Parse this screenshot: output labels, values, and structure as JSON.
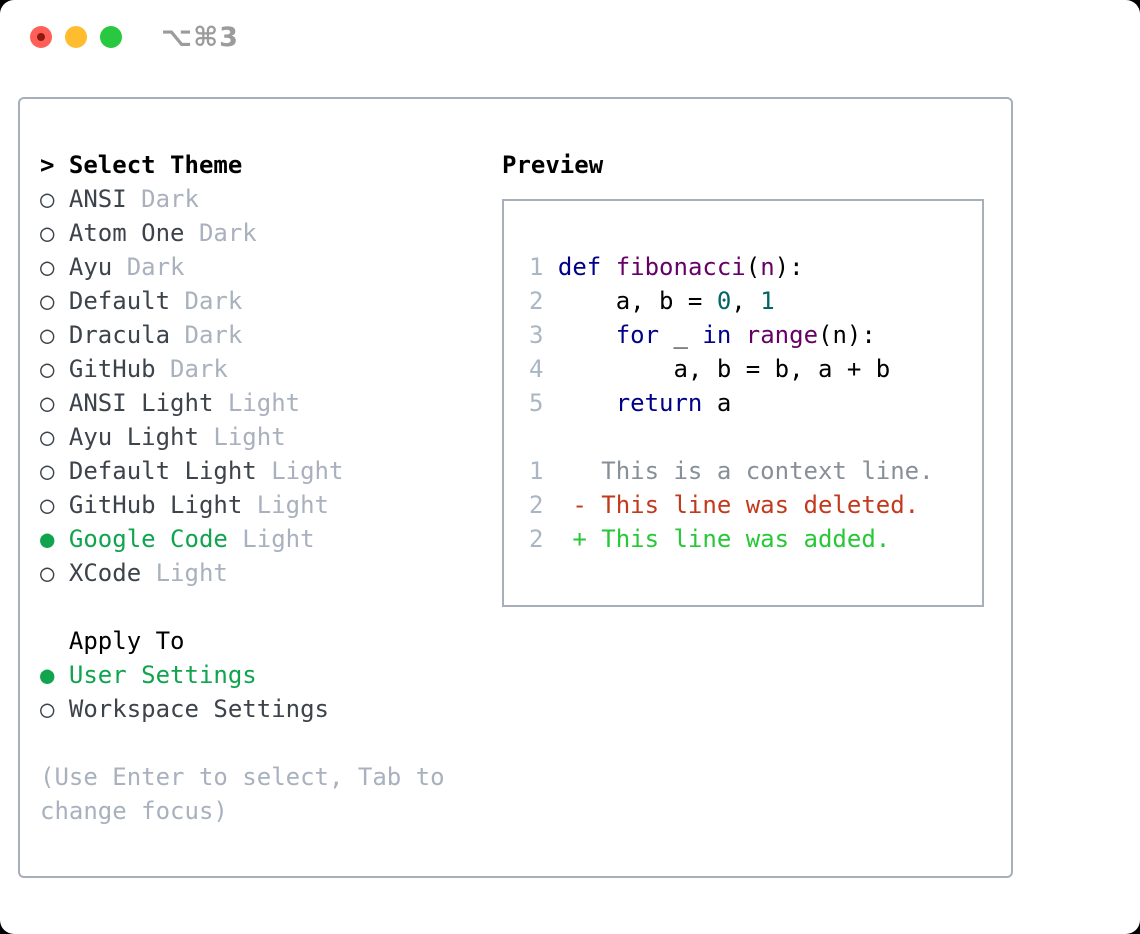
{
  "window": {
    "title": "⌥⌘3"
  },
  "colors": {
    "selected": "#10a44e",
    "list_text": "#3d434b",
    "muted": "#a8b1bd",
    "border": "#a6afba",
    "gutter": "#a9b6c4",
    "title_gray": "#9b9b9b",
    "light_red": "#ff5f57",
    "light_yellow": "#febc2e",
    "light_green": "#28c840",
    "keyword": "#000088",
    "function": "#660066",
    "number": "#006666",
    "plain": "#000000",
    "context": "#878f99",
    "deleted": "#c23a1d",
    "added": "#27c837"
  },
  "theme_picker": {
    "cursor": ">",
    "title": "Select Theme",
    "bullet_selected": "●",
    "bullet_unselected": "○",
    "themes": [
      {
        "name": "ANSI",
        "variant": "Dark",
        "selected": false
      },
      {
        "name": "Atom One",
        "variant": "Dark",
        "selected": false
      },
      {
        "name": "Ayu",
        "variant": "Dark",
        "selected": false
      },
      {
        "name": "Default",
        "variant": "Dark",
        "selected": false
      },
      {
        "name": "Dracula",
        "variant": "Dark",
        "selected": false
      },
      {
        "name": "GitHub",
        "variant": "Dark",
        "selected": false
      },
      {
        "name": "ANSI Light",
        "variant": "Light",
        "selected": false
      },
      {
        "name": "Ayu Light",
        "variant": "Light",
        "selected": false
      },
      {
        "name": "Default Light",
        "variant": "Light",
        "selected": false
      },
      {
        "name": "GitHub Light",
        "variant": "Light",
        "selected": false
      },
      {
        "name": "Google Code",
        "variant": "Light",
        "selected": true
      },
      {
        "name": "XCode",
        "variant": "Light",
        "selected": false
      }
    ],
    "apply_to": {
      "label": "Apply To",
      "options": [
        {
          "label": "User Settings",
          "selected": true
        },
        {
          "label": "Workspace Settings",
          "selected": false
        }
      ]
    },
    "help_lines": [
      "(Use Enter to select, Tab to",
      "change focus)"
    ]
  },
  "preview": {
    "title": "Preview",
    "code_lines": [
      {
        "num": "1",
        "tokens": [
          [
            "def",
            "keyword"
          ],
          [
            " ",
            "plain"
          ],
          [
            "fibonacci",
            "function"
          ],
          [
            "(",
            "plain"
          ],
          [
            "n",
            "function"
          ],
          [
            "):",
            "plain"
          ]
        ]
      },
      {
        "num": "2",
        "tokens": [
          [
            "    a, b = ",
            "plain"
          ],
          [
            "0",
            "number"
          ],
          [
            ", ",
            "plain"
          ],
          [
            "1",
            "number"
          ]
        ]
      },
      {
        "num": "3",
        "tokens": [
          [
            "    ",
            "plain"
          ],
          [
            "for",
            "keyword"
          ],
          [
            " _ ",
            "plain"
          ],
          [
            "in",
            "keyword"
          ],
          [
            " ",
            "plain"
          ],
          [
            "range",
            "function"
          ],
          [
            "(n):",
            "plain"
          ]
        ]
      },
      {
        "num": "4",
        "tokens": [
          [
            "        a, b = b, a + b",
            "plain"
          ]
        ]
      },
      {
        "num": "5",
        "tokens": [
          [
            "    ",
            "plain"
          ],
          [
            "return",
            "keyword"
          ],
          [
            " a",
            "plain"
          ]
        ]
      }
    ],
    "diff_lines": [
      {
        "num": "1",
        "text": "   This is a context line.",
        "kind": "context"
      },
      {
        "num": "2",
        "text": " - This line was deleted.",
        "kind": "deleted"
      },
      {
        "num": "2",
        "text": " + This line was added.",
        "kind": "added"
      }
    ]
  }
}
